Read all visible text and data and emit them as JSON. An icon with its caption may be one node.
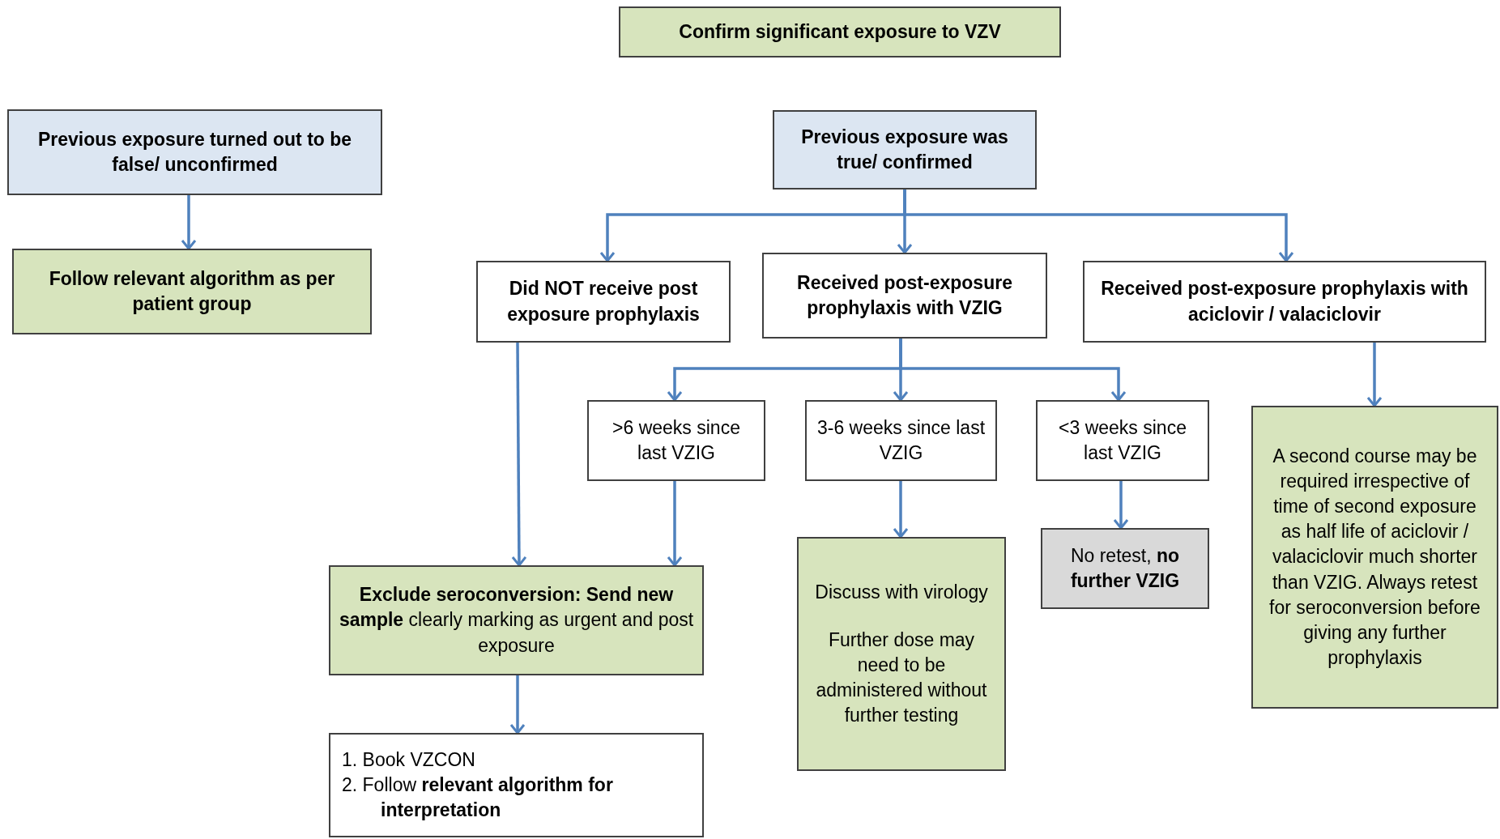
{
  "diagram": {
    "nodes": [
      {
        "text": [
          "Confirm significant exposure to VZV"
        ]
      },
      {
        "text": [
          "Previous exposure turned out to be false/ unconfirmed"
        ]
      },
      {
        "text": [
          "Previous exposure was true/ confirmed"
        ]
      },
      {
        "text": [
          "Follow relevant algorithm as per patient group"
        ]
      },
      {
        "text": [
          "Did NOT receive post exposure prophylaxis"
        ]
      },
      {
        "text": [
          "Received post-exposure prophylaxis with VZIG"
        ]
      },
      {
        "text": [
          "Received post-exposure prophylaxis with aciclovir / valaciclovir"
        ]
      },
      {
        "text": [
          ">6 weeks since last VZIG"
        ]
      },
      {
        "text": [
          "3-6 weeks since last VZIG"
        ]
      },
      {
        "text": [
          "<3 weeks since last VZIG"
        ]
      },
      {
        "text": [
          "A second course may be required irrespective of time of second exposure as half life of aciclovir / valaciclovir much shorter than VZIG. Always retest for seroconversion before giving any further prophylaxis"
        ]
      },
      {
        "text": [
          "**Exclude seroconversion: Send new sample** clearly marking as urgent and post exposure"
        ]
      },
      {
        "text": [
          "Discuss with virology",
          "Further dose may need to be administered without further testing"
        ]
      },
      {
        "text": [
          "No retest, **no further VZIG**"
        ]
      },
      {
        "text": [
          "1. Book VZCON",
          "2. Follow **relevant algorithm for interpretation**"
        ]
      }
    ],
    "edges": [
      {
        "from": 1,
        "to": 3,
        "arrow": "to"
      },
      {
        "from": 2,
        "to": 4,
        "arrow": "to"
      },
      {
        "from": 2,
        "to": 5,
        "arrow": "to"
      },
      {
        "from": 2,
        "to": 6,
        "arrow": "to"
      },
      {
        "from": 5,
        "to": 7,
        "arrow": "to"
      },
      {
        "from": 5,
        "to": 8,
        "arrow": "to"
      },
      {
        "from": 5,
        "to": 9,
        "arrow": "to"
      },
      {
        "from": 4,
        "to": 11,
        "arrow": "to"
      },
      {
        "from": 7,
        "to": 11,
        "arrow": "to"
      },
      {
        "from": 6,
        "to": 10,
        "arrow": "to"
      },
      {
        "from": 8,
        "to": 12,
        "arrow": "to"
      },
      {
        "from": 9,
        "to": 13,
        "arrow": "to"
      },
      {
        "from": 11,
        "to": 14,
        "arrow": "to"
      }
    ]
  }
}
